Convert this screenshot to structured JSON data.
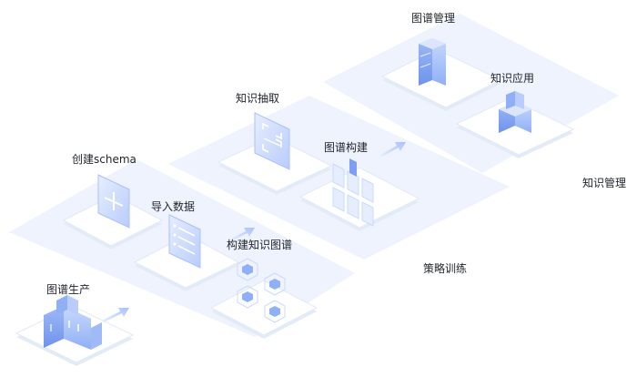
{
  "colors": {
    "band_fill": "#eef3fd",
    "platform_top": "#ffffff",
    "platform_side": "#e4ebf8",
    "icon_light": "#dbe6fd",
    "icon_mid": "#a9c1fa",
    "icon_dark": "#7d9ff3",
    "arrow": "#bcd0fb",
    "text": "#1f2329"
  },
  "layers": {
    "production": "图谱生产",
    "training": "策略训练",
    "management": "知识管理"
  },
  "steps": {
    "create_schema": "创建schema",
    "import_data": "导入数据",
    "build_graph": "构建知识图谱",
    "extract": "知识抽取",
    "construct": "图谱构建",
    "manage": "图谱管理",
    "apply": "知识应用"
  },
  "icons": {
    "create_schema": "plus-panel-icon",
    "import_data": "checklist-icon",
    "build_graph": "cubes-icon",
    "extract": "scan-frame-icon",
    "construct": "panel-grid-icon",
    "manage": "server-rack-icon",
    "apply": "building-blocks-icon",
    "production": "factory-icon"
  }
}
